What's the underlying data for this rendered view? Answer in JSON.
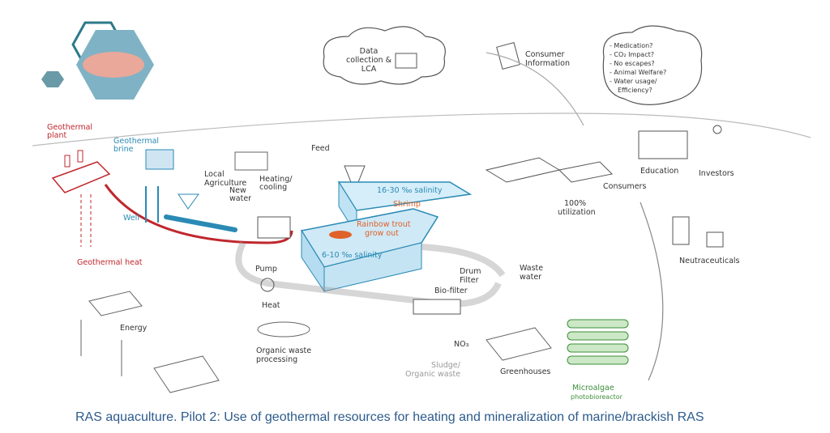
{
  "labels": {
    "data_collection": [
      "Data",
      "collection &",
      "LCA"
    ],
    "consumer_information": [
      "Consumer",
      "Information"
    ],
    "questions": [
      "- Medication?",
      "- CO₂ Impact?",
      "- No escapes?",
      "- Animal Welfare?",
      "- Water usage/",
      "Efficiency?"
    ],
    "geothermal_plant": [
      "Geothermal",
      "plant"
    ],
    "geothermal_brine": [
      "Geothermal",
      "brine"
    ],
    "local_agriculture": [
      "Local",
      "Agriculture"
    ],
    "feed": "Feed",
    "well": "Well",
    "new_water": [
      "New",
      "water"
    ],
    "heating_cooling": [
      "Heating/",
      "cooling"
    ],
    "shrimp_salinity": "16-30 ‰ salinity",
    "shrimp": "Shrimp",
    "trout": [
      "Rainbow trout",
      "grow out"
    ],
    "trout_salinity": "6-10 ‰ salinity",
    "geothermal_heat": "Geothermal heat",
    "pump": "Pump",
    "heat": "Heat",
    "energy": "Energy",
    "organic_waste_processing": [
      "Organic waste",
      "processing"
    ],
    "bio_filter": "Bio-filter",
    "drum_filter": [
      "Drum",
      "Filter"
    ],
    "waste_water": [
      "Waste",
      "water"
    ],
    "no3": "NO₃",
    "sludge": [
      "Sludge/",
      "Organic waste"
    ],
    "greenhouses": "Greenhouses",
    "microalgae": "Microalgae",
    "photobioreactor": "photobioreactor",
    "consumers": "Consumers",
    "utilization": [
      "100%",
      "utilization"
    ],
    "education": "Education",
    "investors": "Investors",
    "neutraceuticals": "Neutraceuticals"
  },
  "caption": "RAS aquaculture. Pilot 2: Use of geothermal resources for heating and mineralization of marine/brackish RAS"
}
